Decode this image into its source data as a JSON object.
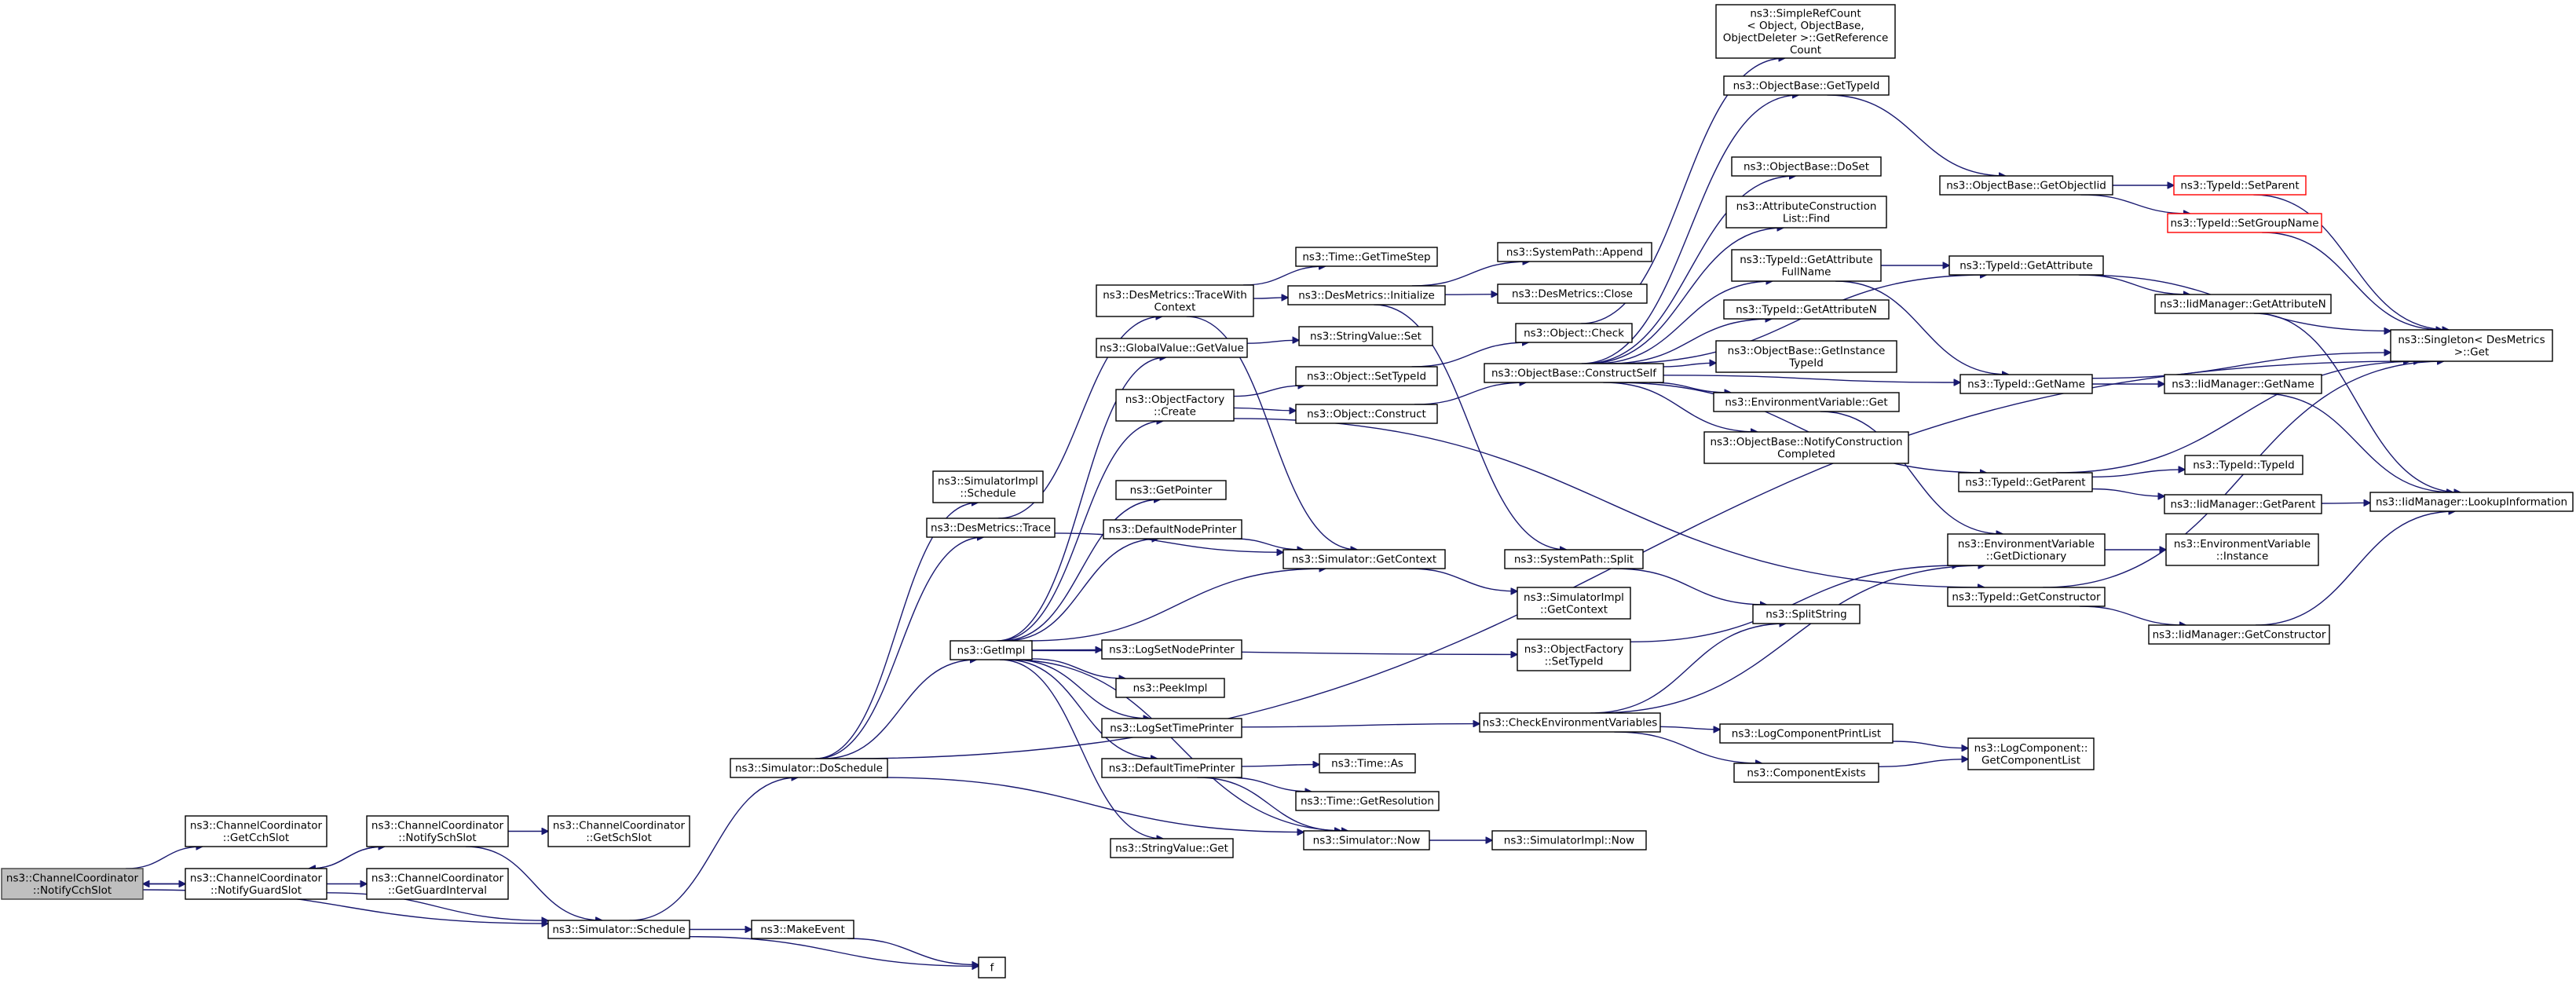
{
  "nodes": [
    {
      "id": "root",
      "lines": [
        "ns3::ChannelCoordinator",
        "::NotifyCchSlot"
      ],
      "style": "root"
    },
    {
      "id": "getcchslot",
      "lines": [
        "ns3::ChannelCoordinator",
        "::GetCchSlot"
      ]
    },
    {
      "id": "notifyguard",
      "lines": [
        "ns3::ChannelCoordinator",
        "::NotifyGuardSlot"
      ]
    },
    {
      "id": "notifysch",
      "lines": [
        "ns3::ChannelCoordinator",
        "::NotifySchSlot"
      ]
    },
    {
      "id": "getschslot",
      "lines": [
        "ns3::ChannelCoordinator",
        "::GetSchSlot"
      ]
    },
    {
      "id": "getguardinterval",
      "lines": [
        "ns3::ChannelCoordinator",
        "::GetGuardInterval"
      ]
    },
    {
      "id": "schedule",
      "lines": [
        "ns3::Simulator::Schedule"
      ]
    },
    {
      "id": "makeevent",
      "lines": [
        "ns3::MakeEvent"
      ]
    },
    {
      "id": "f",
      "lines": [
        "f"
      ]
    },
    {
      "id": "doschedule",
      "lines": [
        "ns3::Simulator::DoSchedule"
      ]
    },
    {
      "id": "simimplschedule",
      "lines": [
        "ns3::SimulatorImpl",
        "::Schedule"
      ]
    },
    {
      "id": "desmetricstrace",
      "lines": [
        "ns3::DesMetrics::Trace"
      ]
    },
    {
      "id": "getimpl",
      "lines": [
        "ns3::GetImpl"
      ]
    },
    {
      "id": "tracewithcontext",
      "lines": [
        "ns3::DesMetrics::TraceWith",
        "Context"
      ]
    },
    {
      "id": "globalvalueget",
      "lines": [
        "ns3::GlobalValue::GetValue"
      ]
    },
    {
      "id": "objfactorycreate",
      "lines": [
        "ns3::ObjectFactory",
        "::Create"
      ]
    },
    {
      "id": "getpointer",
      "lines": [
        "ns3::GetPointer"
      ]
    },
    {
      "id": "defaultnodeprinter",
      "lines": [
        "ns3::DefaultNodePrinter"
      ]
    },
    {
      "id": "logsetnodeprinter",
      "lines": [
        "ns3::LogSetNodePrinter"
      ]
    },
    {
      "id": "peekimpl",
      "lines": [
        "ns3::PeekImpl"
      ]
    },
    {
      "id": "logsettimeprinter",
      "lines": [
        "ns3::LogSetTimePrinter"
      ]
    },
    {
      "id": "defaulttimeprinter",
      "lines": [
        "ns3::DefaultTimePrinter"
      ]
    },
    {
      "id": "stringvalueget",
      "lines": [
        "ns3::StringValue::Get"
      ]
    },
    {
      "id": "timegettimestep",
      "lines": [
        "ns3::Time::GetTimeStep"
      ]
    },
    {
      "id": "desmetricsinit",
      "lines": [
        "ns3::DesMetrics::Initialize"
      ]
    },
    {
      "id": "stringvalueset",
      "lines": [
        "ns3::StringValue::Set"
      ]
    },
    {
      "id": "objectsettypeid",
      "lines": [
        "ns3::Object::SetTypeId"
      ]
    },
    {
      "id": "objectconstruct",
      "lines": [
        "ns3::Object::Construct"
      ]
    },
    {
      "id": "simgetcontext",
      "lines": [
        "ns3::Simulator::GetContext"
      ]
    },
    {
      "id": "timeas",
      "lines": [
        "ns3::Time::As"
      ]
    },
    {
      "id": "timegetres",
      "lines": [
        "ns3::Time::GetResolution"
      ]
    },
    {
      "id": "simnow",
      "lines": [
        "ns3::Simulator::Now"
      ]
    },
    {
      "id": "syspathappend",
      "lines": [
        "ns3::SystemPath::Append"
      ]
    },
    {
      "id": "desmetricsclose",
      "lines": [
        "ns3::DesMetrics::Close"
      ]
    },
    {
      "id": "objectcheck",
      "lines": [
        "ns3::Object::Check"
      ]
    },
    {
      "id": "objbaseconstructself",
      "lines": [
        "ns3::ObjectBase::ConstructSelf"
      ]
    },
    {
      "id": "syspathsplit",
      "lines": [
        "ns3::SystemPath::Split"
      ]
    },
    {
      "id": "simimplgetcontext",
      "lines": [
        "ns3::SimulatorImpl",
        "::GetContext"
      ]
    },
    {
      "id": "objfactorysettypeid",
      "lines": [
        "ns3::ObjectFactory",
        "::SetTypeId"
      ]
    },
    {
      "id": "checkenvvars",
      "lines": [
        "ns3::CheckEnvironmentVariables"
      ]
    },
    {
      "id": "simimplnow",
      "lines": [
        "ns3::SimulatorImpl::Now"
      ]
    },
    {
      "id": "simplerefcount",
      "lines": [
        "ns3::SimpleRefCount",
        "< Object, ObjectBase,",
        "ObjectDeleter >::GetReference",
        "Count"
      ]
    },
    {
      "id": "objbasegettypeid",
      "lines": [
        "ns3::ObjectBase::GetTypeId"
      ]
    },
    {
      "id": "objbasedoset",
      "lines": [
        "ns3::ObjectBase::DoSet"
      ]
    },
    {
      "id": "attrconstructionlistfind",
      "lines": [
        "ns3::AttributeConstruction",
        "List::Find"
      ]
    },
    {
      "id": "typeidgetattrfullname",
      "lines": [
        "ns3::TypeId::GetAttribute",
        "FullName"
      ]
    },
    {
      "id": "typeidgetattrn",
      "lines": [
        "ns3::TypeId::GetAttributeN"
      ]
    },
    {
      "id": "objbasegetinstancetypeid",
      "lines": [
        "ns3::ObjectBase::GetInstance",
        "TypeId"
      ]
    },
    {
      "id": "envvarget",
      "lines": [
        "ns3::EnvironmentVariable::Get"
      ]
    },
    {
      "id": "objbasenotifyconstruction",
      "lines": [
        "ns3::ObjectBase::NotifyConstruction",
        "Completed"
      ]
    },
    {
      "id": "splitstring",
      "lines": [
        "ns3::SplitString"
      ]
    },
    {
      "id": "logcompprintlist",
      "lines": [
        "ns3::LogComponentPrintList"
      ]
    },
    {
      "id": "componentexists",
      "lines": [
        "ns3::ComponentExists"
      ]
    },
    {
      "id": "objbasegetobjectiid",
      "lines": [
        "ns3::ObjectBase::GetObjectIid"
      ]
    },
    {
      "id": "typeidgetattribute",
      "lines": [
        "ns3::TypeId::GetAttribute"
      ]
    },
    {
      "id": "typeidgetname",
      "lines": [
        "ns3::TypeId::GetName"
      ]
    },
    {
      "id": "typeidgetparent",
      "lines": [
        "ns3::TypeId::GetParent"
      ]
    },
    {
      "id": "envvargetdictionary",
      "lines": [
        "ns3::EnvironmentVariable",
        "::GetDictionary"
      ]
    },
    {
      "id": "typeidgetconstructor",
      "lines": [
        "ns3::TypeId::GetConstructor"
      ]
    },
    {
      "id": "logcompgetcomplist",
      "lines": [
        "ns3::LogComponent::",
        "GetComponentList"
      ]
    },
    {
      "id": "typeidsetparent",
      "lines": [
        "ns3::TypeId::SetParent"
      ],
      "style": "red"
    },
    {
      "id": "typeidsetgroupname",
      "lines": [
        "ns3::TypeId::SetGroupName"
      ],
      "style": "red"
    },
    {
      "id": "iidgetattributen",
      "lines": [
        "ns3::IidManager::GetAttributeN"
      ]
    },
    {
      "id": "iidgetname",
      "lines": [
        "ns3::IidManager::GetName"
      ]
    },
    {
      "id": "typeidtypeid",
      "lines": [
        "ns3::TypeId::TypeId"
      ]
    },
    {
      "id": "iidgetparent",
      "lines": [
        "ns3::IidManager::GetParent"
      ]
    },
    {
      "id": "envvarinstance",
      "lines": [
        "ns3::EnvironmentVariable",
        "::Instance"
      ]
    },
    {
      "id": "iidgetconstructor",
      "lines": [
        "ns3::IidManager::GetConstructor"
      ]
    },
    {
      "id": "singletonget",
      "lines": [
        "ns3::Singleton< DesMetrics",
        ">::Get"
      ]
    },
    {
      "id": "iidlookupinfo",
      "lines": [
        "ns3::IidManager::LookupInformation"
      ]
    }
  ],
  "edges": [
    [
      "root",
      "getcchslot"
    ],
    [
      "root",
      "notifyguard"
    ],
    [
      "root",
      "schedule"
    ],
    [
      "notifyguard",
      "root"
    ],
    [
      "notifyguard",
      "notifysch"
    ],
    [
      "notifyguard",
      "getguardinterval"
    ],
    [
      "notifyguard",
      "schedule"
    ],
    [
      "notifysch",
      "notifyguard"
    ],
    [
      "notifysch",
      "getschslot"
    ],
    [
      "notifysch",
      "schedule"
    ],
    [
      "schedule",
      "doschedule"
    ],
    [
      "schedule",
      "makeevent"
    ],
    [
      "schedule",
      "f"
    ],
    [
      "makeevent",
      "f"
    ],
    [
      "doschedule",
      "simimplschedule"
    ],
    [
      "doschedule",
      "desmetricstrace"
    ],
    [
      "doschedule",
      "getimpl"
    ],
    [
      "doschedule",
      "simnow"
    ],
    [
      "doschedule",
      "singletonget"
    ],
    [
      "desmetricstrace",
      "tracewithcontext"
    ],
    [
      "desmetricstrace",
      "simgetcontext"
    ],
    [
      "getimpl",
      "globalvalueget"
    ],
    [
      "getimpl",
      "objfactorycreate"
    ],
    [
      "getimpl",
      "getpointer"
    ],
    [
      "getimpl",
      "defaultnodeprinter"
    ],
    [
      "getimpl",
      "simgetcontext"
    ],
    [
      "getimpl",
      "logsetnodeprinter"
    ],
    [
      "getimpl",
      "objfactorysettypeid"
    ],
    [
      "getimpl",
      "peekimpl"
    ],
    [
      "getimpl",
      "logsettimeprinter"
    ],
    [
      "getimpl",
      "defaulttimeprinter"
    ],
    [
      "getimpl",
      "stringvalueget"
    ],
    [
      "getimpl",
      "simnow"
    ],
    [
      "tracewithcontext",
      "timegettimestep"
    ],
    [
      "tracewithcontext",
      "desmetricsinit"
    ],
    [
      "tracewithcontext",
      "simgetcontext"
    ],
    [
      "globalvalueget",
      "stringvalueset"
    ],
    [
      "objfactorycreate",
      "objectsettypeid"
    ],
    [
      "objfactorycreate",
      "objectconstruct"
    ],
    [
      "objfactorycreate",
      "typeidgetconstructor"
    ],
    [
      "defaultnodeprinter",
      "simgetcontext"
    ],
    [
      "logsettimeprinter",
      "checkenvvars"
    ],
    [
      "defaulttimeprinter",
      "timeas"
    ],
    [
      "defaulttimeprinter",
      "timegetres"
    ],
    [
      "defaulttimeprinter",
      "simnow"
    ],
    [
      "desmetricsinit",
      "syspathappend"
    ],
    [
      "desmetricsinit",
      "desmetricsclose"
    ],
    [
      "desmetricsinit",
      "syspathsplit"
    ],
    [
      "objectsettypeid",
      "objectcheck"
    ],
    [
      "objectconstruct",
      "objbaseconstructself"
    ],
    [
      "simgetcontext",
      "simimplgetcontext"
    ],
    [
      "simnow",
      "simimplnow"
    ],
    [
      "objectcheck",
      "simplerefcount"
    ],
    [
      "objbaseconstructself",
      "objbasegettypeid"
    ],
    [
      "objbaseconstructself",
      "objbasedoset"
    ],
    [
      "objbaseconstructself",
      "attrconstructionlistfind"
    ],
    [
      "objbaseconstructself",
      "typeidgetattrfullname"
    ],
    [
      "objbaseconstructself",
      "typeidgetattrn"
    ],
    [
      "objbaseconstructself",
      "objbasegetinstancetypeid"
    ],
    [
      "objbaseconstructself",
      "envvarget"
    ],
    [
      "objbaseconstructself",
      "objbasenotifyconstruction"
    ],
    [
      "objbaseconstructself",
      "typeidgetattribute"
    ],
    [
      "objbaseconstructself",
      "typeidgetname"
    ],
    [
      "objbaseconstructself",
      "typeidgetparent"
    ],
    [
      "syspathsplit",
      "splitstring"
    ],
    [
      "objfactorysettypeid",
      "envvargetdictionary"
    ],
    [
      "checkenvvars",
      "splitstring"
    ],
    [
      "checkenvvars",
      "logcompprintlist"
    ],
    [
      "checkenvvars",
      "componentexists"
    ],
    [
      "checkenvvars",
      "envvargetdictionary"
    ],
    [
      "objbasegettypeid",
      "objbasegetobjectiid"
    ],
    [
      "typeidgetattrfullname",
      "typeidgetattribute"
    ],
    [
      "typeidgetattrfullname",
      "typeidgetname"
    ],
    [
      "envvarget",
      "envvargetdictionary"
    ],
    [
      "logcompprintlist",
      "logcompgetcomplist"
    ],
    [
      "componentexists",
      "logcompgetcomplist"
    ],
    [
      "objbasegetobjectiid",
      "typeidsetparent"
    ],
    [
      "objbasegetobjectiid",
      "typeidsetgroupname"
    ],
    [
      "typeidgetattribute",
      "iidgetattributen"
    ],
    [
      "typeidgetattribute",
      "singletonget"
    ],
    [
      "typeidgetname",
      "iidgetname"
    ],
    [
      "typeidgetname",
      "singletonget"
    ],
    [
      "typeidgetparent",
      "typeidtypeid"
    ],
    [
      "typeidgetparent",
      "iidgetparent"
    ],
    [
      "typeidgetparent",
      "singletonget"
    ],
    [
      "envvargetdictionary",
      "envvarinstance"
    ],
    [
      "typeidgetconstructor",
      "iidgetconstructor"
    ],
    [
      "typeidgetconstructor",
      "singletonget"
    ],
    [
      "typeidsetparent",
      "singletonget"
    ],
    [
      "typeidsetgroupname",
      "singletonget"
    ],
    [
      "iidgetname",
      "iidlookupinfo"
    ],
    [
      "iidgetparent",
      "iidlookupinfo"
    ],
    [
      "iidgetconstructor",
      "iidlookupinfo"
    ],
    [
      "iidgetattributen",
      "iidlookupinfo"
    ]
  ]
}
